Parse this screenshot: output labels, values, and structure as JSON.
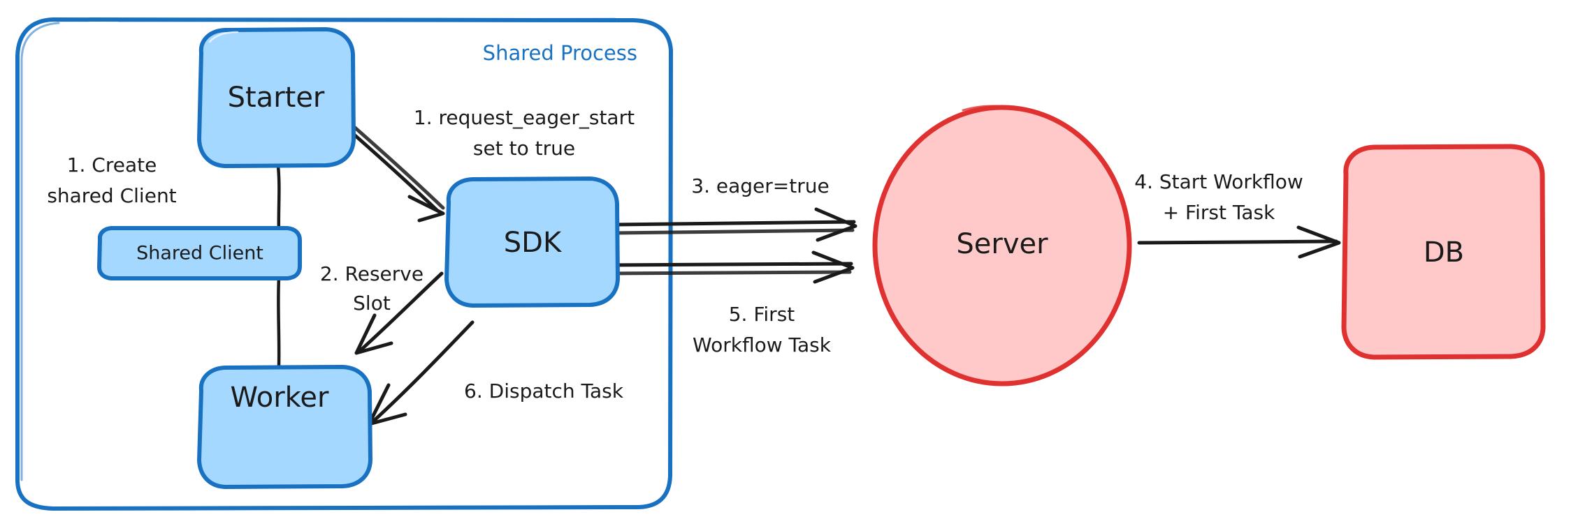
{
  "diagram": {
    "title": "Shared Process eager workflow start",
    "background": "#ffffff",
    "colors": {
      "blue_fill": "#a5d8ff",
      "blue_stroke": "#1971c2",
      "red_fill": "#ffc9c9",
      "red_stroke": "#e03131",
      "ink": "#1a1a1a"
    }
  },
  "group": {
    "name": "shared-process",
    "title": "Shared Process",
    "title_color": "#1971c2"
  },
  "nodes": [
    {
      "id": "starter",
      "label": "Starter",
      "shape": "rounded-rect",
      "fill": "#a5d8ff",
      "stroke": "#1971c2"
    },
    {
      "id": "shared-client",
      "label": "Shared Client",
      "shape": "rounded-rect",
      "fill": "#a5d8ff",
      "stroke": "#1971c2"
    },
    {
      "id": "worker",
      "label": "Worker",
      "shape": "rounded-rect",
      "fill": "#a5d8ff",
      "stroke": "#1971c2"
    },
    {
      "id": "sdk",
      "label": "SDK",
      "shape": "rounded-rect",
      "fill": "#a5d8ff",
      "stroke": "#1971c2"
    },
    {
      "id": "server",
      "label": "Server",
      "shape": "ellipse",
      "fill": "#ffc9c9",
      "stroke": "#e03131"
    },
    {
      "id": "db",
      "label": "DB",
      "shape": "rounded-rect",
      "fill": "#ffc9c9",
      "stroke": "#e03131"
    }
  ],
  "edges": [
    {
      "id": "e1",
      "from": "starter",
      "to": "shared-client",
      "label_line1": "1. Create",
      "label_line2": "shared Client",
      "arrow": false
    },
    {
      "id": "e2",
      "from": "starter",
      "to": "sdk",
      "label_line1": "1. request_eager_start",
      "label_line2": "set to true",
      "arrow": true
    },
    {
      "id": "e3",
      "from": "sdk",
      "to": "worker",
      "label_line1": "2. Reserve",
      "label_line2": "Slot",
      "arrow": true
    },
    {
      "id": "e4",
      "from": "sdk",
      "to": "server",
      "label_line1": "3. eager=true",
      "label_line2": "",
      "arrow": true
    },
    {
      "id": "e5",
      "from": "server",
      "to": "db",
      "label_line1": "4. Start Workflow",
      "label_line2": "+ First Task",
      "arrow": true
    },
    {
      "id": "e6",
      "from": "server",
      "to": "sdk",
      "label_line1": "5. First",
      "label_line2": "Workflow Task",
      "arrow": true
    },
    {
      "id": "e7",
      "from": "sdk",
      "to": "worker",
      "label_line1": "6. Dispatch Task",
      "label_line2": "",
      "arrow": true
    },
    {
      "id": "e8",
      "from": "shared-client",
      "to": "worker",
      "label_line1": "",
      "label_line2": "",
      "arrow": false
    }
  ],
  "labels": {
    "group_title": "Shared Process",
    "starter": "Starter",
    "shared_client": "Shared Client",
    "worker": "Worker",
    "sdk": "SDK",
    "server": "Server",
    "db": "DB",
    "edge1_l1": "1. Create",
    "edge1_l2": "shared Client",
    "edge2_l1": "1. request_eager_start",
    "edge2_l2": "set to true",
    "edge3_l1": "2. Reserve",
    "edge3_l2": "Slot",
    "edge4_l1": "3. eager=true",
    "edge5_l1": "4. Start Workflow",
    "edge5_l2": "+ First Task",
    "edge6_l1": "5. First",
    "edge6_l2": "Workflow Task",
    "edge7_l1": "6. Dispatch Task"
  }
}
